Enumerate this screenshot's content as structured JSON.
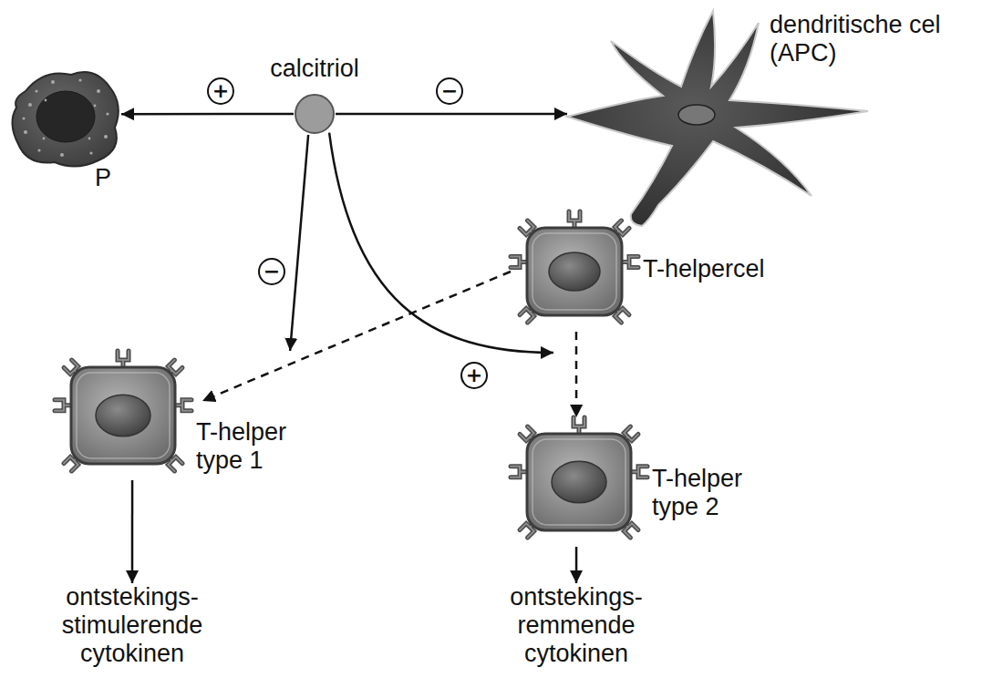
{
  "diagram": {
    "nodes": [
      {
        "text": [
          "calcitriol"
        ]
      },
      {
        "text": [
          "P"
        ]
      },
      {
        "text": [
          "dendritische cel (APC)"
        ]
      },
      {
        "text": [
          "T-helpercel"
        ]
      },
      {
        "text": [
          "T-helper type 1"
        ]
      },
      {
        "text": [
          "T-helper type 2"
        ]
      },
      {
        "text": [
          "ontstekings- stimulerende cytokinen"
        ]
      },
      {
        "text": [
          "ontstekings- remmende cytokinen"
        ]
      }
    ],
    "edges": [
      {
        "from": 0,
        "to": 1,
        "arrow": "to",
        "label": "+"
      },
      {
        "from": 0,
        "to": 2,
        "arrow": "to",
        "label": "−"
      },
      {
        "from": 0,
        "to": 4,
        "arrow": "to",
        "label": "−"
      },
      {
        "from": 0,
        "to": 5,
        "arrow": "to",
        "label": "+"
      },
      {
        "from": 3,
        "to": 4,
        "arrow": "to"
      },
      {
        "from": 3,
        "to": 5,
        "arrow": "to"
      },
      {
        "from": 4,
        "to": 6,
        "arrow": "to"
      },
      {
        "from": 5,
        "to": 7,
        "arrow": "to"
      }
    ]
  }
}
